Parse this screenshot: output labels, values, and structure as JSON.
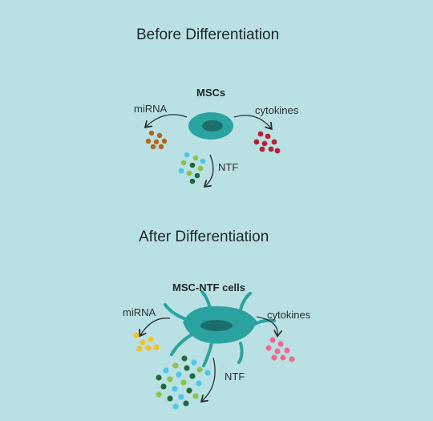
{
  "before": {
    "title": "Before Differentiation",
    "cell_label": "MSCs",
    "mirna_label": "miRNA",
    "cytokines_label": "cytokines",
    "ntf_label": "NTF"
  },
  "after": {
    "title": "After Differentiation",
    "cell_label": "MSC-NTF cells",
    "mirna_label": "miRNA",
    "cytokines_label": "cytokines",
    "ntf_label": "NTF"
  },
  "colors": {
    "background": "#b9e1e3",
    "cell_body": "#2aa3a0",
    "cell_nucleus": "#1a6f6c",
    "mirna_before": "#b5651d",
    "mirna_after": "#f2c12e",
    "cytokines_before": "#b3223a",
    "cytokines_after": "#f06a8f",
    "ntf_light_blue": "#4cc7e8",
    "ntf_light_green": "#8bc34a",
    "ntf_dark_green": "#1e6b3a"
  }
}
